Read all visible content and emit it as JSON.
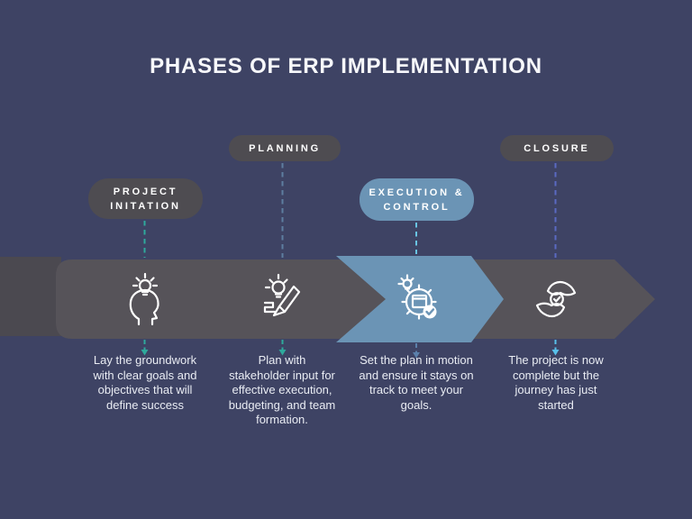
{
  "title": "PHASES OF ERP IMPLEMENTATION",
  "colors": {
    "background": "#3e4364",
    "band_gray": "#565359",
    "band_left_strip": "#4b4950",
    "pill_gray": "#4e4c51",
    "accent_blue": "#6b94b5",
    "connector_teal": "#2fa99c",
    "connector_slate_blue": "#5d7e9f",
    "connector_light_cyan": "#69c4e4",
    "connector_indigo": "#5a69c2",
    "icon_white": "#ffffff"
  },
  "phases": [
    {
      "id": "project-initation",
      "pill_lines": [
        "PROJECT",
        "INITATION"
      ],
      "pill_style": "gray",
      "icon": "head-lightbulb-icon",
      "connector_above_color": "#2fa99c",
      "connector_below_color": "#2fa99c",
      "desc_lines": [
        "Lay the groundwork",
        "with clear goals and",
        "objectives that will",
        "define success"
      ]
    },
    {
      "id": "planning",
      "pill_lines": [
        "PLANNING"
      ],
      "pill_style": "gray",
      "icon": "lightbulb-pencil-icon",
      "connector_above_color": "#5d7e9f",
      "connector_below_color": "#2fa99c",
      "desc_lines": [
        "Plan with",
        "stakeholder input for",
        "effective execution,",
        "budgeting, and team",
        "formation."
      ]
    },
    {
      "id": "execution-control",
      "pill_lines": [
        "EXECUTION &",
        "CONTROL"
      ],
      "pill_style": "blue",
      "icon": "gear-package-check-icon",
      "connector_above_color": "#69c4e4",
      "connector_below_color": "#5b80ab",
      "desc_lines": [
        "Set the plan in motion",
        "and ensure it stays on",
        "track to meet your",
        "goals."
      ]
    },
    {
      "id": "closure",
      "pill_lines": [
        "CLOSURE"
      ],
      "pill_style": "gray",
      "icon": "hands-check-icon",
      "connector_above_color": "#5a69c2",
      "connector_below_color": "#58c0ea",
      "desc_lines": [
        "The project is now",
        "complete but the",
        "journey has just",
        "started"
      ]
    }
  ]
}
